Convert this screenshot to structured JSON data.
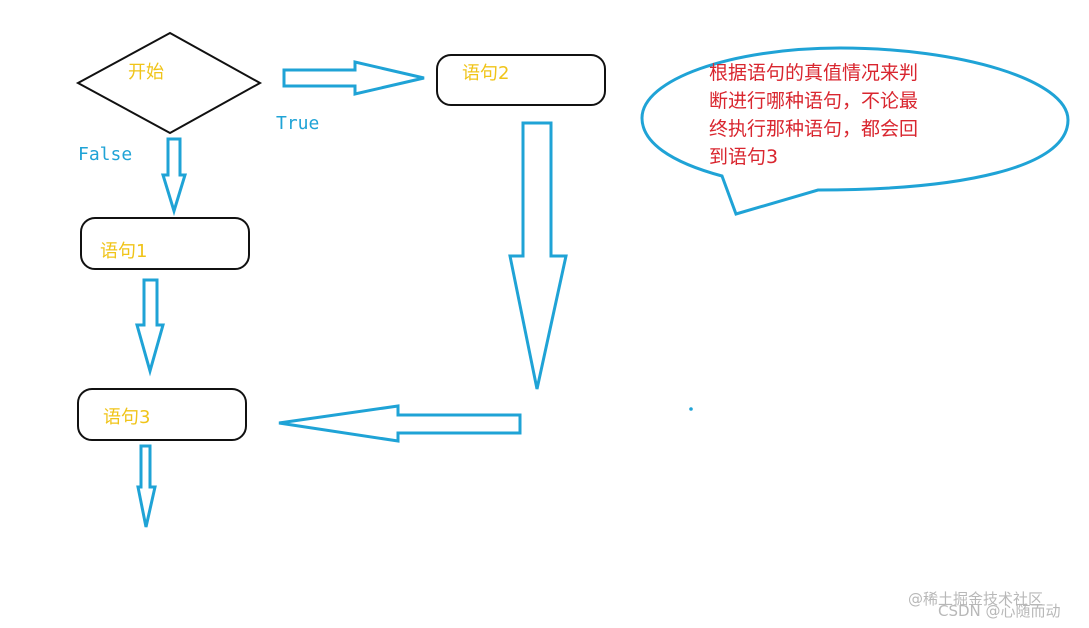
{
  "nodes": {
    "start": "开始",
    "stmt1": "语句1",
    "stmt2": "语句2",
    "stmt3": "语句3"
  },
  "edges": {
    "true_label": "True",
    "false_label": "False"
  },
  "callout": {
    "lines": [
      "根据语句的真值情况来判",
      "断进行哪种语句，不论最",
      "终执行那种语句，都会回",
      "到语句3"
    ]
  },
  "watermarks": {
    "juejin": "@稀土掘金技术社区",
    "csdn": "CSDN @心随而动"
  },
  "colors": {
    "arrow": "#1fa3d6",
    "node_text": "#f0c419",
    "callout_text": "#d9262f",
    "outline": "#111111"
  }
}
